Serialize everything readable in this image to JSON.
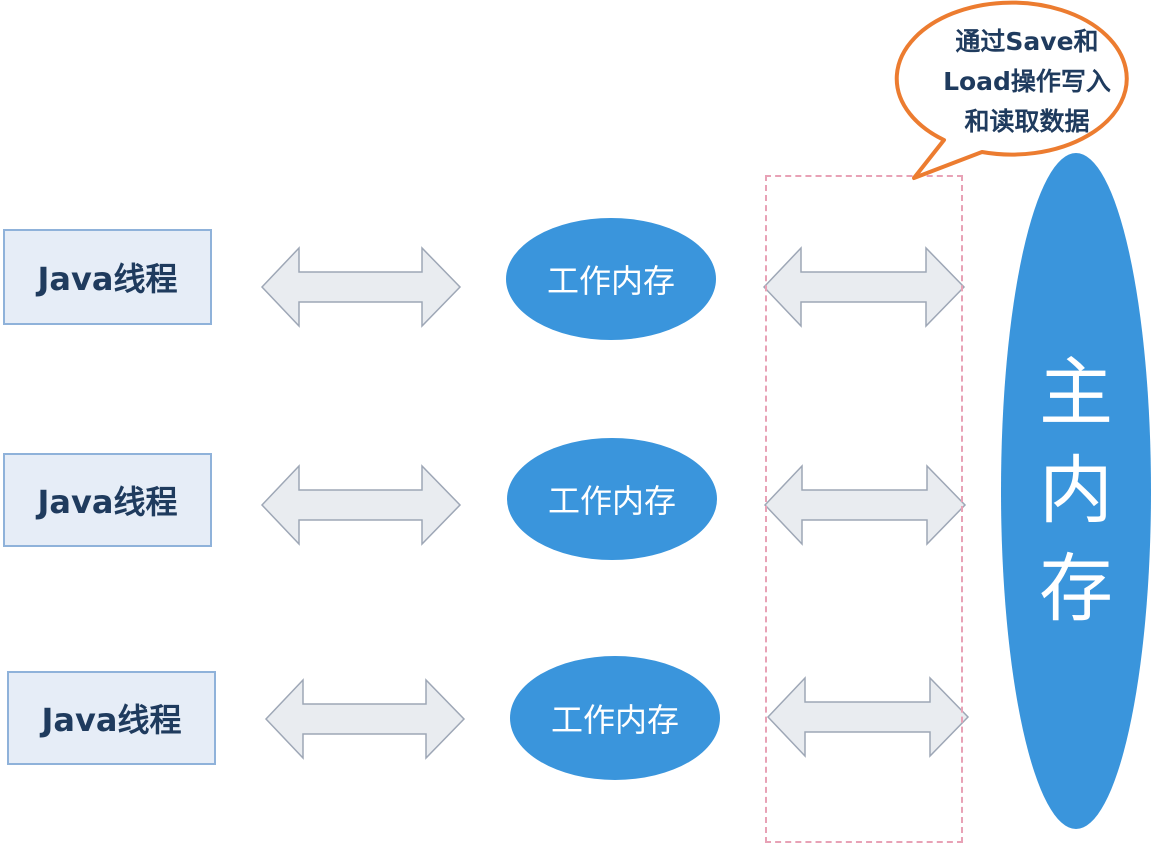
{
  "threads": [
    {
      "label": "Java线程"
    },
    {
      "label": "Java线程"
    },
    {
      "label": "Java线程"
    }
  ],
  "working_memory": [
    {
      "label": "工作内存"
    },
    {
      "label": "工作内存"
    },
    {
      "label": "工作内存"
    }
  ],
  "main_memory": {
    "chars": [
      "主",
      "内",
      "存"
    ]
  },
  "callout": {
    "lines": [
      "通过Save和",
      "Load操作写入",
      "和读取数据"
    ]
  },
  "colors": {
    "thread_fill": "#e6edf7",
    "thread_border": "#8fb2da",
    "memory_fill": "#3a95dc",
    "arrow_fill": "#e9ecf0",
    "arrow_stroke": "#9ea7b6",
    "dash_border": "#e8a2b6",
    "callout_border": "#ec7c30"
  }
}
